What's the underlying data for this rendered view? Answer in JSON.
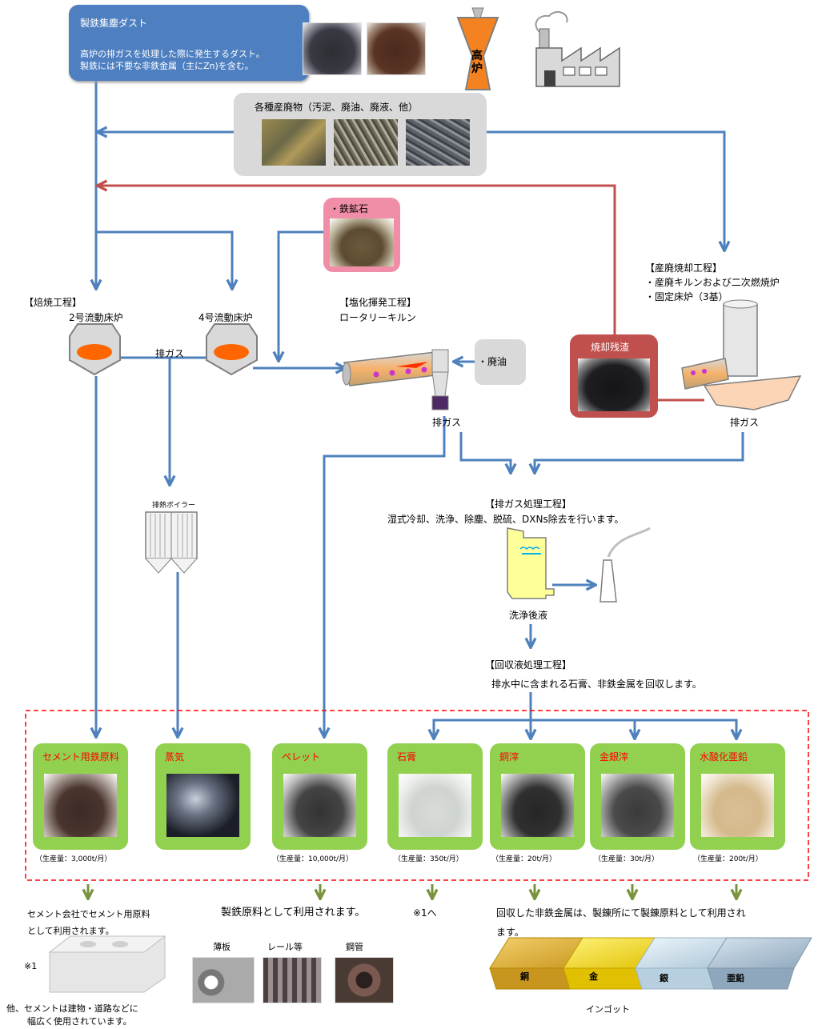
{
  "colors": {
    "blue_arrow": "#4f81bd",
    "red_line": "#c0504d",
    "green_arrow": "#77933c",
    "product_green": "#92d050",
    "dashed_red": "#ff0000"
  },
  "dust": {
    "title": "製鉄集塵ダスト",
    "desc1": "高炉の排ガスを処理した際に発生するダスト。",
    "desc2": "製鉄には不要な非鉄金属（主にZn)を含む。"
  },
  "furnace_label": "高炉",
  "waste": {
    "title": "各種産廃物（汚泥、廃油、廃液、他）"
  },
  "ore": {
    "title": "・鉄鉱石"
  },
  "roasting": {
    "title": "【焙焼工程】",
    "furnace2": "2号流動床炉",
    "furnace4": "4号流動床炉",
    "exhaust": "排ガス"
  },
  "chlorination": {
    "title": "【塩化揮発工程】",
    "kiln": "ロータリーキルン",
    "exhaust": "排ガス"
  },
  "waste_oil": "・廃油",
  "incineration": {
    "title": "【産廃焼却工程】",
    "line1": "・産廃キルンおよび二次燃焼炉",
    "line2": "・固定床炉（3基）",
    "exhaust": "排ガス"
  },
  "ash": "焼却残渣",
  "boiler": "排熱ボイラー",
  "gas_treatment": {
    "title": "【排ガス処理工程】",
    "desc": "湿式冷却、洗浄、除塵、脱硫、DXNs除去を行います。",
    "liquid": "洗浄後液"
  },
  "recovery": {
    "title": "【回収液処理工程】",
    "desc": "排水中に含まれる石膏、非鉄金属を回収します。"
  },
  "products": [
    {
      "name": "セメント用鉄原料",
      "caption": "（生産量：3,000t/月）"
    },
    {
      "name": "蒸気",
      "caption": ""
    },
    {
      "name": "ペレット",
      "caption": "（生産量：10,000t/月）"
    },
    {
      "name": "石膏",
      "caption": "（生産量：350t/月）"
    },
    {
      "name": "銅滓",
      "caption": "（生産量：20t/月）"
    },
    {
      "name": "金銀滓",
      "caption": "（生産量：30t/月）"
    },
    {
      "name": "水酸化亜鉛",
      "caption": "（生産量：200t/月）"
    }
  ],
  "uses": {
    "cement1": "セメント会社でセメント用原料",
    "cement2": "として利用されます。",
    "note1": "※1",
    "cement3": "他、セメントは建物・道路などに",
    "cement4": "幅広く使用されています。",
    "steel": "製鉄原料として利用されます。",
    "steel_items": [
      "薄板",
      "レール等",
      "鋼管"
    ],
    "gypsum": "※1へ",
    "metal1": "回収した非鉄金属は、製錬所にて製錬原料として利用され",
    "metal2": "ます。",
    "ingots": [
      "銅",
      "金",
      "銀",
      "亜鉛"
    ],
    "ingot_label": "インゴット"
  }
}
